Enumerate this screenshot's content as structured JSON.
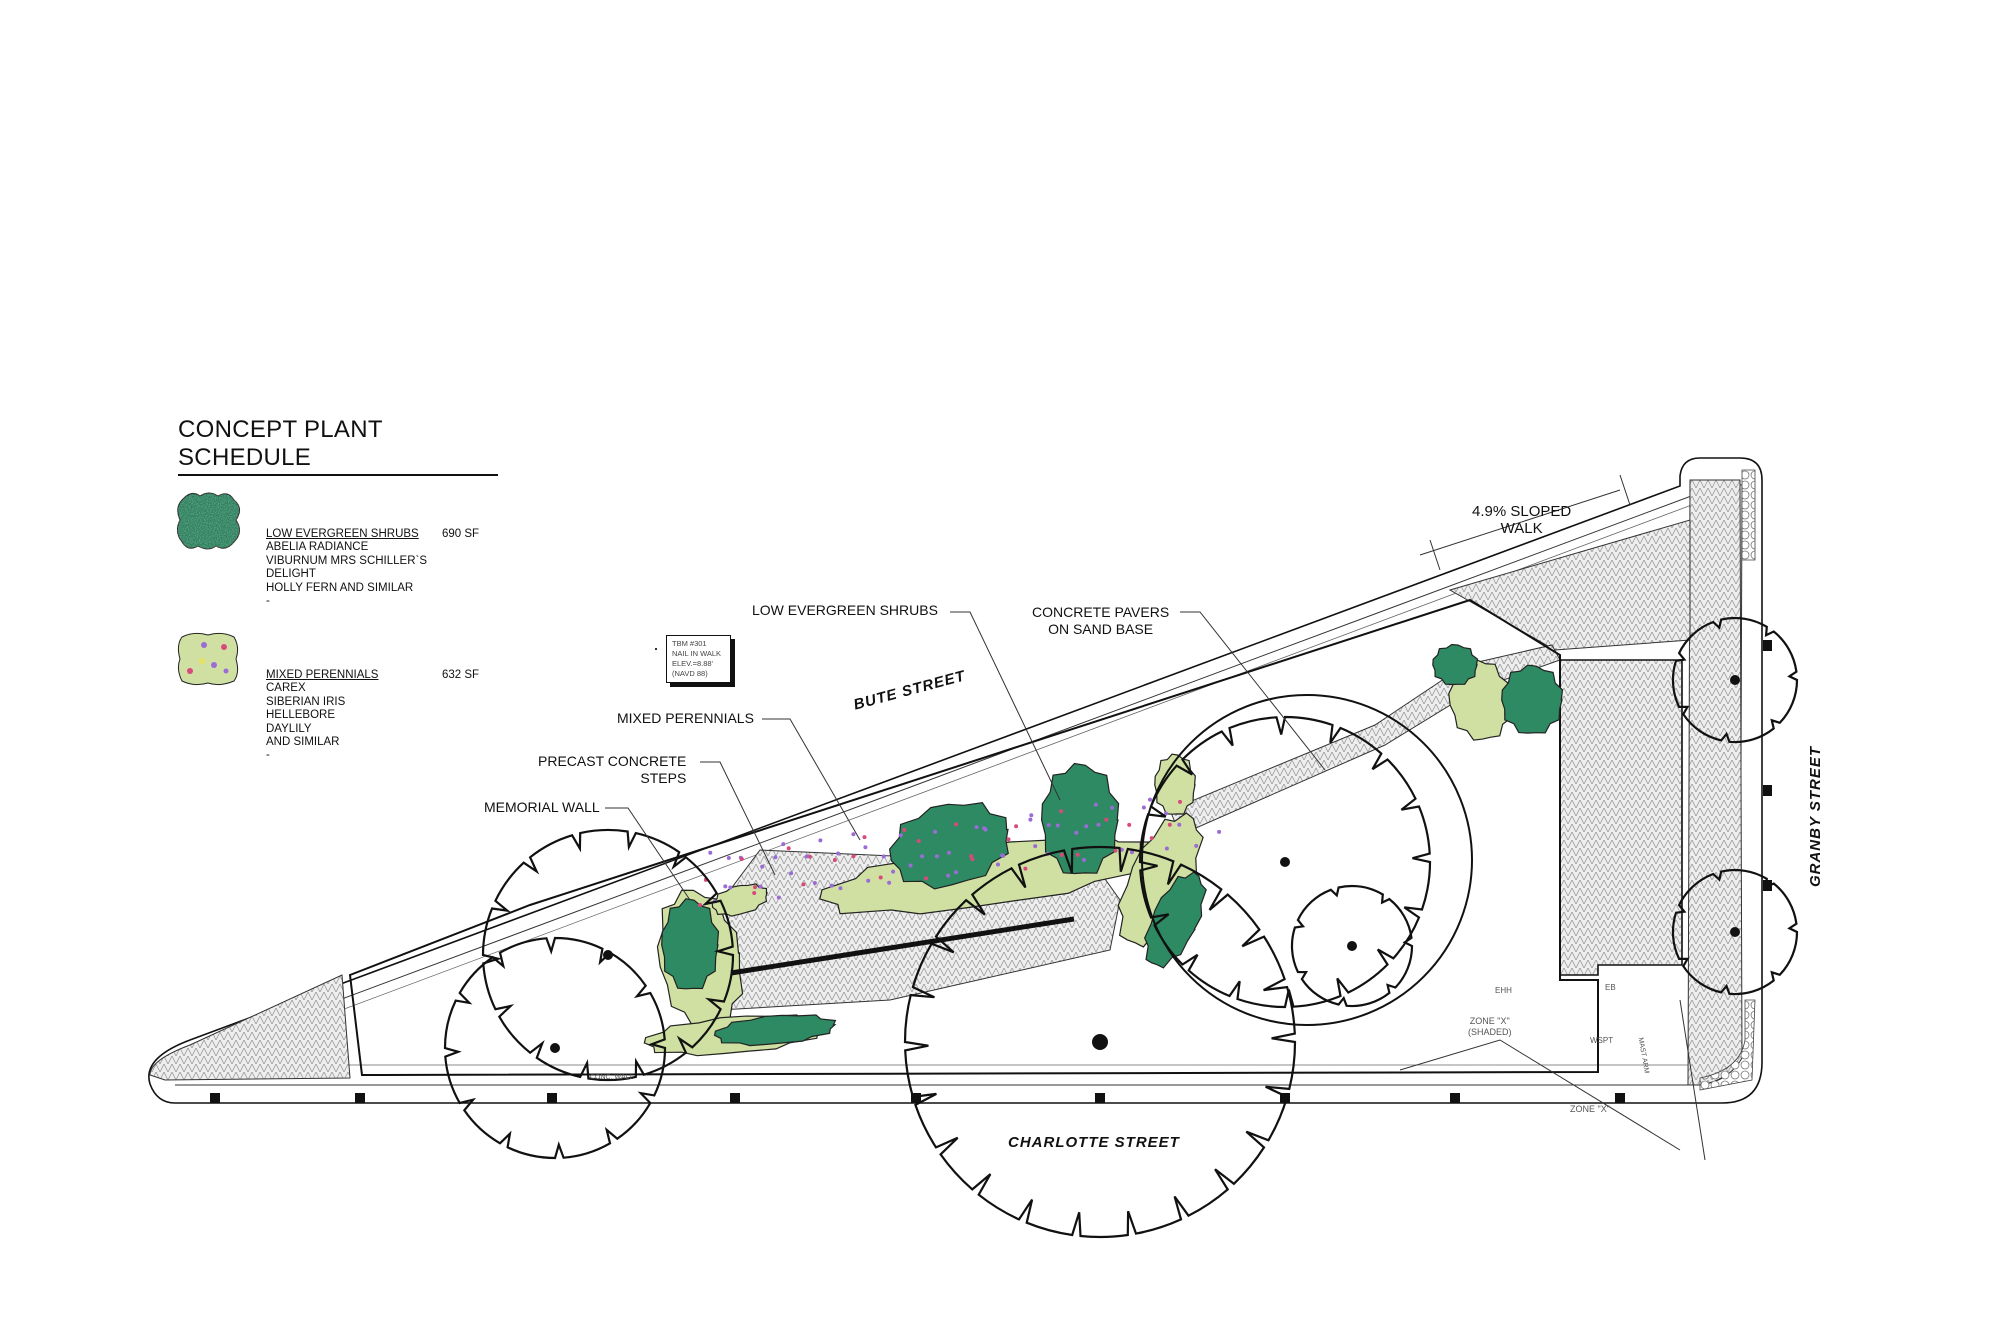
{
  "legend": {
    "title": "CONCEPT PLANT SCHEDULE",
    "items": [
      {
        "name": "LOW EVERGREEN SHRUBS",
        "area": "690 SF",
        "lines": [
          "ABELIA RADIANCE",
          "VIBURNUM MRS SCHILLER`S",
          "DELIGHT",
          "HOLLY FERN AND SIMILAR",
          "-"
        ],
        "color": "#2e8a63"
      },
      {
        "name": "MIXED PERENNIALS",
        "area": "632 SF",
        "lines": [
          "CAREX",
          "SIBERIAN IRIS",
          "HELLEBORE",
          "DAYLILY",
          "AND SIMILAR",
          "-"
        ],
        "color": "#c9dca0"
      }
    ]
  },
  "benchmark": {
    "lines": [
      "TBM #301",
      "NAIL IN WALK",
      "ELEV.=8.88'",
      "(NAVD 88)"
    ]
  },
  "callouts": {
    "sloped_walk": [
      "4.9% SLOPED",
      "WALK"
    ],
    "pavers": [
      "CONCRETE PAVERS",
      "ON SAND BASE"
    ],
    "shrubs": "LOW EVERGREEN SHRUBS",
    "perennials": "MIXED PERENNIALS",
    "steps": [
      "PRECAST CONCRETE",
      "STEPS"
    ],
    "memorial_wall": "MEMORIAL WALL"
  },
  "streets": {
    "bute": "BUTE STREET",
    "charlotte": "CHARLOTTE STREET",
    "granby": "GRANBY STREET"
  },
  "utility_labels": {
    "zone_shaded": [
      "ZONE \"X\"",
      "(SHADED)"
    ],
    "zone": "ZONE \"X\"",
    "wspt": "WSPT",
    "ehh": "EHH",
    "eb": "EB",
    "mast_arm": "MAST ARM",
    "conc_wall": "CONC. WALL"
  },
  "colors": {
    "shrub": "#2e8a63",
    "perennial": "#cfe0a2",
    "paving_hatch": "#9a9a9a",
    "line": "#111111"
  }
}
